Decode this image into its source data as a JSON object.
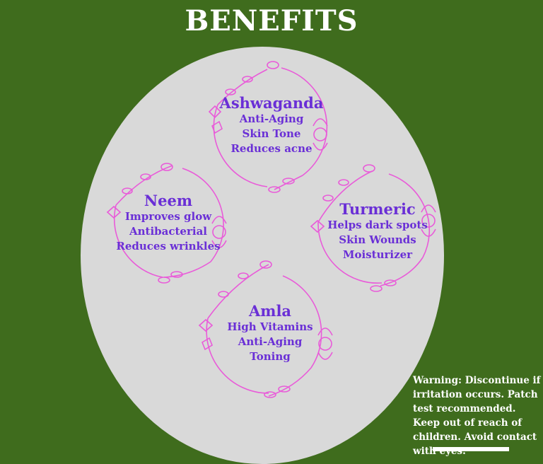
{
  "title": "BENEFITS",
  "herbs": [
    {
      "name": "Ashwaganda",
      "items": [
        "Anti-Aging",
        "Skin Tone",
        "Reduces acne"
      ]
    },
    {
      "name": "Neem",
      "items": [
        "Improves glow",
        "Antibacterial",
        "Reduces wrinkles"
      ]
    },
    {
      "name": "Turmeric",
      "items": [
        "Helps dark spots",
        "Skin Wounds",
        "Moisturizer"
      ]
    },
    {
      "name": "Amla",
      "items": [
        "High Vitamins",
        "Anti-Aging",
        "Toning"
      ]
    }
  ],
  "warning": "Warning: Discontinue if irritation occurs.  Patch test recommended.  Keep out of reach of children. Avoid contact with eyes.",
  "colors": {
    "background": "#3f6c1d",
    "circle": "#d9d9d9",
    "text": "#6a2fd6",
    "floral": "#e95bd9"
  }
}
